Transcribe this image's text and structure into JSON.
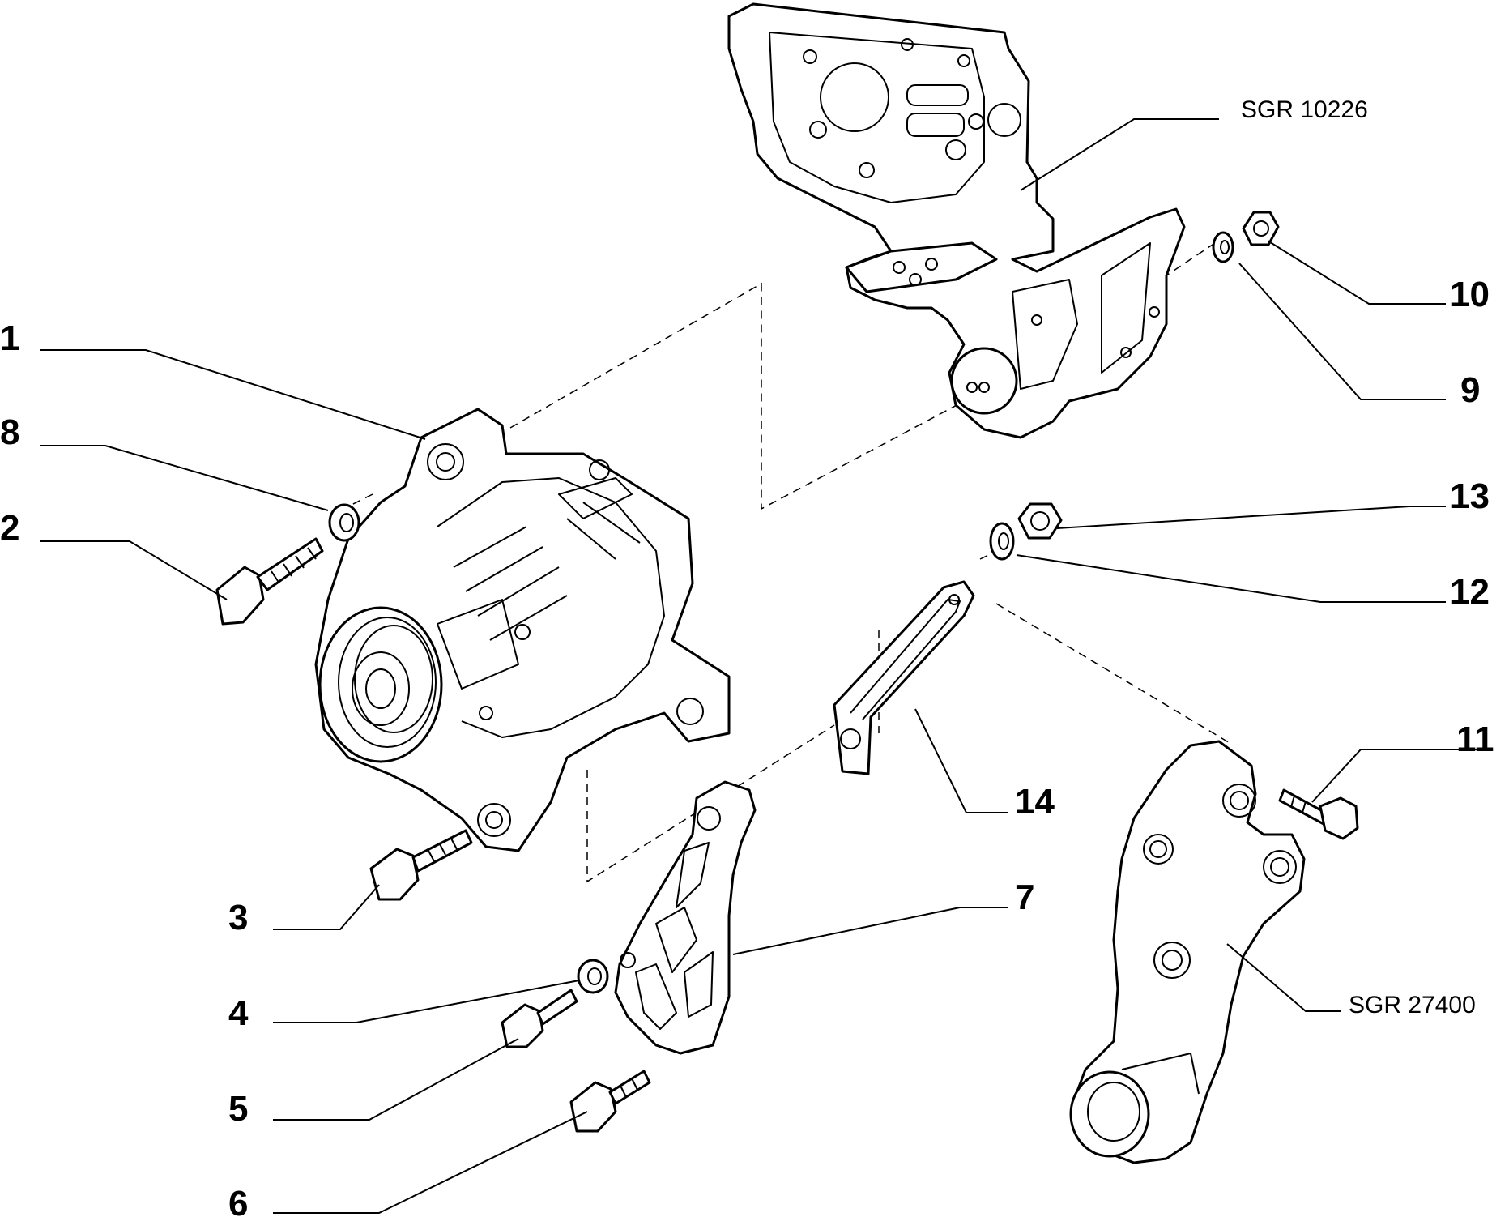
{
  "callouts": {
    "c1": "1",
    "c2": "2",
    "c3": "3",
    "c4": "4",
    "c5": "5",
    "c6": "6",
    "c7": "7",
    "c8": "8",
    "c9": "9",
    "c10": "10",
    "c11": "11",
    "c12": "12",
    "c13": "13",
    "c14": "14"
  },
  "references": {
    "upper_bracket": "SGR 10226",
    "lower_bracket": "SGR 27400"
  }
}
